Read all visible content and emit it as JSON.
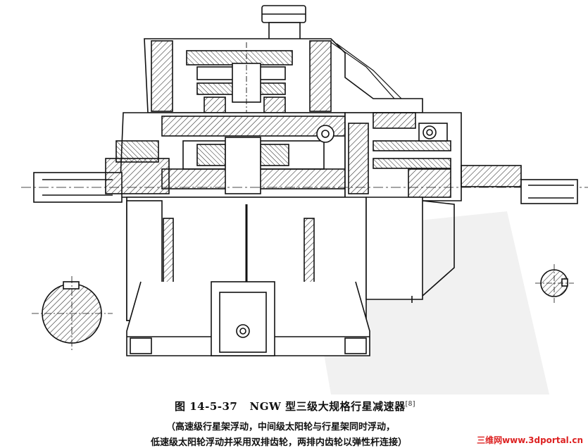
{
  "figure": {
    "number": "图 14-5-37",
    "title": "NGW 型三级大规格行星减速器",
    "reference": "[8]",
    "caption_line1": "（高速级行星架浮动，中间级太阳轮与行星架同时浮动，",
    "caption_line2": "低速级太阳轮浮动并采用双排齿轮，两排内齿轮以弹性杆连接）"
  },
  "watermark": {
    "text": "三维网www.3dportal.cn",
    "color": "#dd2222"
  }
}
